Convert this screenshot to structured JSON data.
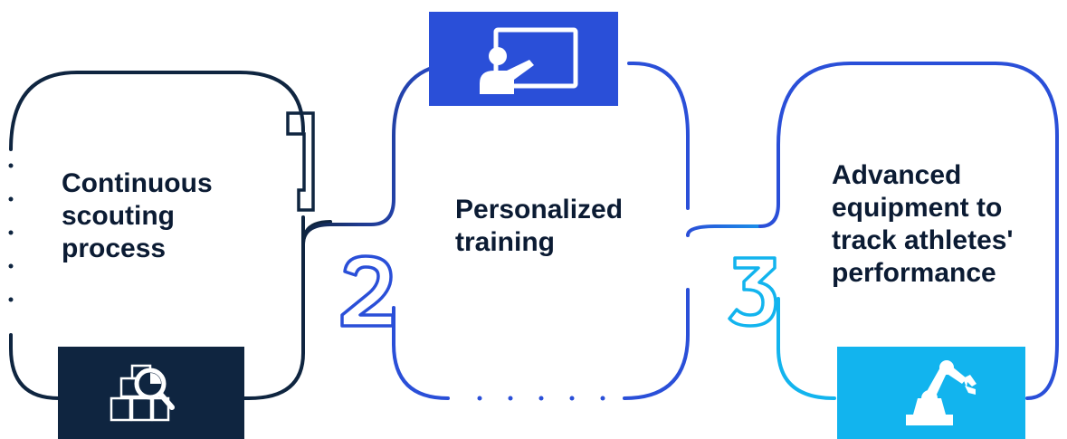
{
  "steps": [
    {
      "number": "1",
      "label": "Continuous\nscouting\nprocess",
      "icon": "scouting-boxes-magnifier-icon",
      "color": "#0f2540"
    },
    {
      "number": "2",
      "label": "Personalized\ntraining",
      "icon": "presentation-teacher-icon",
      "color": "#2a4fd8"
    },
    {
      "number": "3",
      "label": "Advanced\nequipment to\ntrack athletes'\nperformance",
      "icon": "robotic-arm-icon",
      "color": "#12b4ee"
    }
  ],
  "colors": {
    "dark": "#0f2540",
    "blue": "#2a4fd8",
    "cyan": "#12b4ee",
    "text": "#0b1b33"
  }
}
